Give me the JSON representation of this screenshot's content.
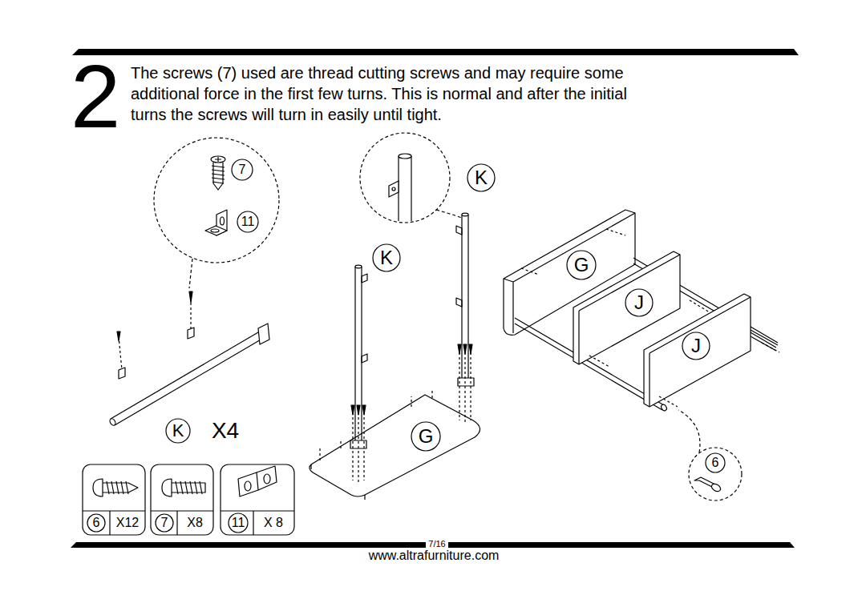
{
  "diagram": {
    "labels": [
      "2",
      "The screws (7) used are thread cutting screws and may require some additional force in the first few turns. This is normal and after the initial turns the screws will turn in easily until tight.",
      "7",
      "11",
      "K",
      "K",
      "G",
      "J",
      "J",
      "K",
      "X4",
      "G",
      "6",
      "6",
      "X12",
      "7",
      "X8",
      "11",
      "X 8",
      "7/16",
      "www.altrafurniture.com"
    ]
  }
}
